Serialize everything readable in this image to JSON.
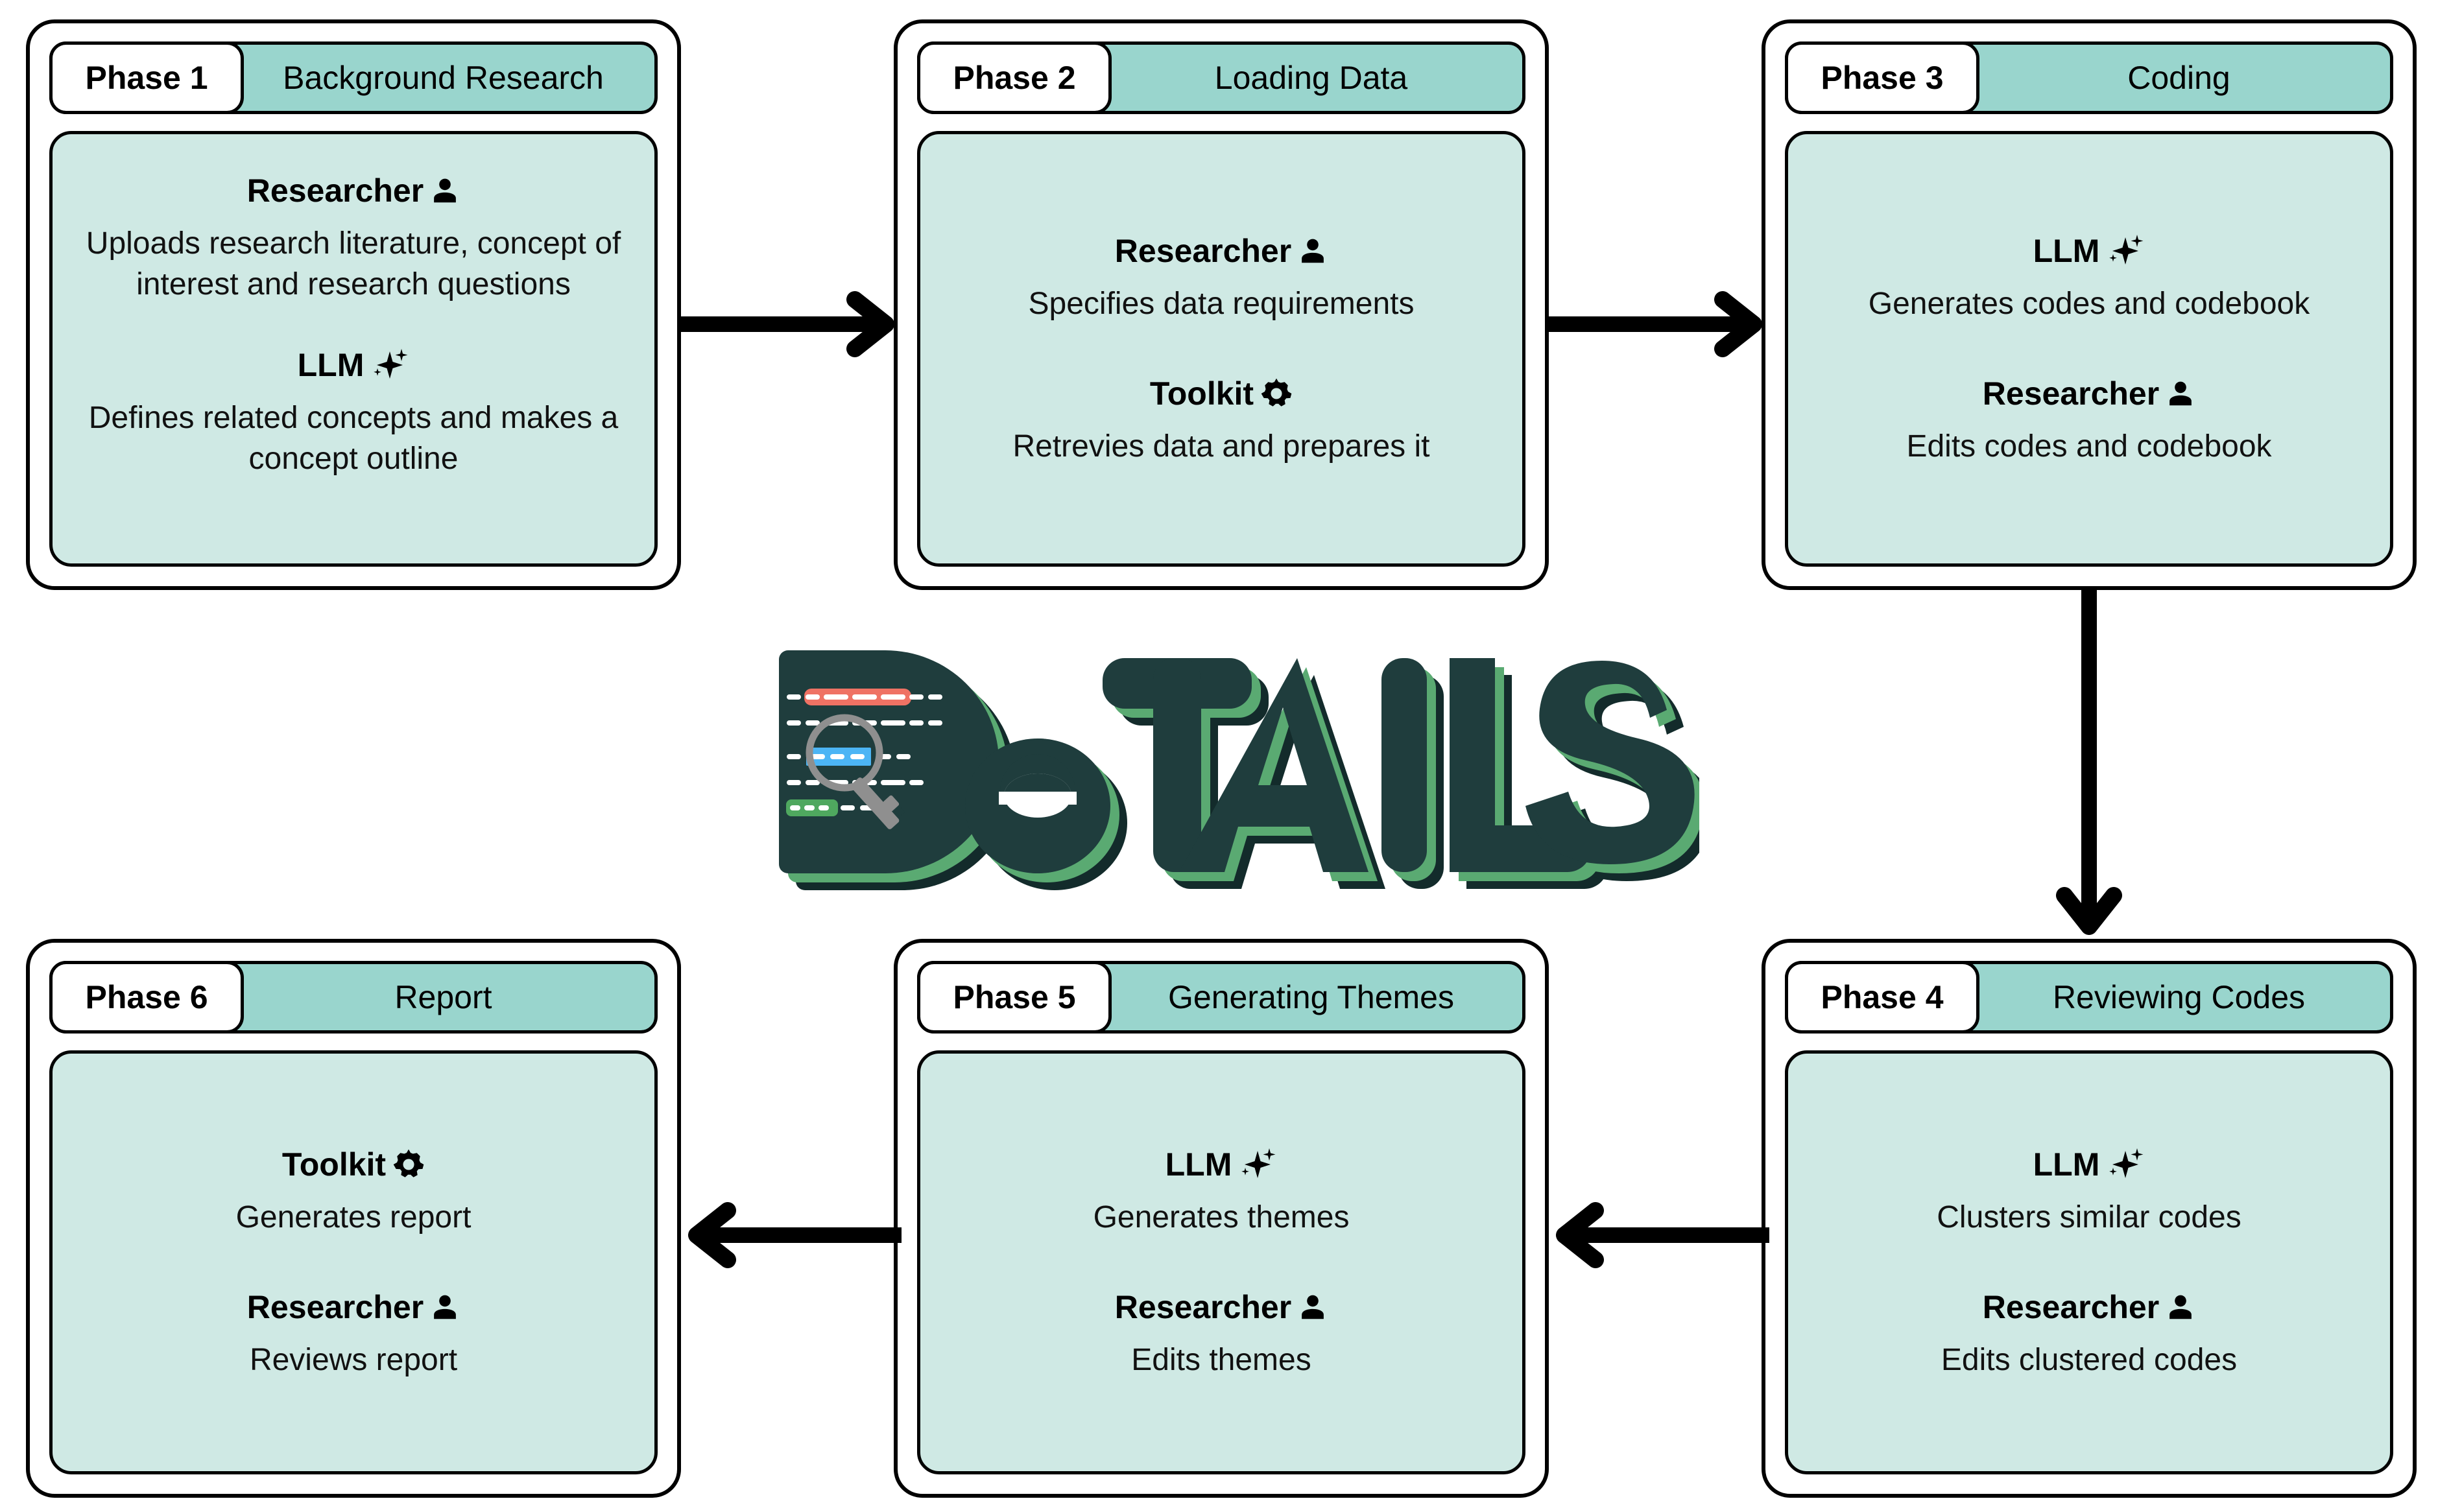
{
  "logo": {
    "text": "DeTAILS",
    "letters_after_d": "eTAILS",
    "colors": {
      "letter_fill": "#1f3d3d",
      "letter_shadow_green": "#5aaa72",
      "letter_shadow_dark": "#132b2b",
      "highlight_red": "#ef7264",
      "highlight_blue": "#4cb5f5",
      "highlight_green": "#4fa85f",
      "magnifier_gray": "#8f8f8f",
      "doc_line": "#ffffff"
    }
  },
  "theme": {
    "header_teal": "#99d5cd",
    "body_teal": "#cfe9e4",
    "outline": "#000000",
    "page_bg": "#ffffff"
  },
  "phases": [
    {
      "badge": "Phase 1",
      "title": "Background Research",
      "actors": [
        {
          "role": "Researcher",
          "icon": "person-icon",
          "desc": "Uploads research literature,  concept of interest and research questions"
        },
        {
          "role": "LLM",
          "icon": "sparkle-icon",
          "desc": "Defines related concepts and makes a concept outline"
        }
      ]
    },
    {
      "badge": "Phase 2",
      "title": "Loading Data",
      "actors": [
        {
          "role": "Researcher",
          "icon": "person-icon",
          "desc": "Specifies data requirements"
        },
        {
          "role": "Toolkit",
          "icon": "gear-icon",
          "desc": "Retrevies data and prepares it"
        }
      ]
    },
    {
      "badge": "Phase 3",
      "title": "Coding",
      "actors": [
        {
          "role": "LLM",
          "icon": "sparkle-icon",
          "desc": "Generates codes and codebook"
        },
        {
          "role": "Researcher",
          "icon": "person-icon",
          "desc": "Edits codes and codebook"
        }
      ]
    },
    {
      "badge": "Phase 4",
      "title": "Reviewing Codes",
      "actors": [
        {
          "role": "LLM",
          "icon": "sparkle-icon",
          "desc": "Clusters similar codes"
        },
        {
          "role": "Researcher",
          "icon": "person-icon",
          "desc": "Edits clustered codes"
        }
      ]
    },
    {
      "badge": "Phase 5",
      "title": "Generating Themes",
      "actors": [
        {
          "role": "LLM",
          "icon": "sparkle-icon",
          "desc": "Generates themes"
        },
        {
          "role": "Researcher",
          "icon": "person-icon",
          "desc": "Edits themes"
        }
      ]
    },
    {
      "badge": "Phase 6",
      "title": "Report",
      "actors": [
        {
          "role": "Toolkit",
          "icon": "gear-icon",
          "desc": "Generates report"
        },
        {
          "role": "Researcher",
          "icon": "person-icon",
          "desc": "Reviews report"
        }
      ]
    }
  ],
  "arrows": [
    {
      "name": "arrow-phase1-to-phase2",
      "direction": "right"
    },
    {
      "name": "arrow-phase2-to-phase3",
      "direction": "right"
    },
    {
      "name": "arrow-phase3-to-phase4",
      "direction": "down"
    },
    {
      "name": "arrow-phase4-to-phase5",
      "direction": "left"
    },
    {
      "name": "arrow-phase5-to-phase6",
      "direction": "left"
    }
  ]
}
